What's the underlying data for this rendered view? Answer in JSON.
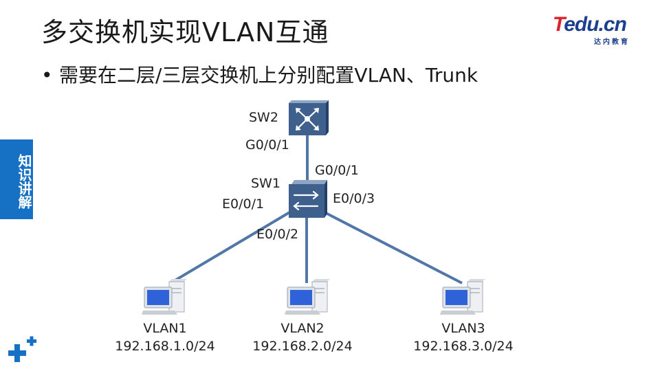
{
  "header": {
    "title": "多交换机实现VLAN互通",
    "logo_text_t": "T",
    "logo_text_rest": "edu.cn",
    "logo_sub": "达内教育"
  },
  "bullet": {
    "marker": "•",
    "text": "需要在二层/三层交换机上分别配置VLAN、Trunk"
  },
  "side_tab": {
    "label": "知识讲解"
  },
  "diagram": {
    "sw2": {
      "name": "SW2",
      "port_down": "G0/0/1",
      "icon": "layer3-switch-icon"
    },
    "sw1": {
      "name": "SW1",
      "port_up": "G0/0/1",
      "port_left": "E0/0/1",
      "port_mid": "E0/0/2",
      "port_right": "E0/0/3",
      "icon": "layer2-switch-icon"
    },
    "hosts": [
      {
        "vlan": "VLAN1",
        "network": "192.168.1.0/24",
        "icon": "pc-icon"
      },
      {
        "vlan": "VLAN2",
        "network": "192.168.2.0/24",
        "icon": "pc-icon"
      },
      {
        "vlan": "VLAN3",
        "network": "192.168.3.0/24",
        "icon": "pc-icon"
      }
    ]
  },
  "colors": {
    "link": "#5077a8",
    "switch_fill": "#3f5f8c",
    "side_tab": "#1670c4",
    "brand_red": "#d9232e",
    "brand_blue": "#1d3f8f"
  }
}
